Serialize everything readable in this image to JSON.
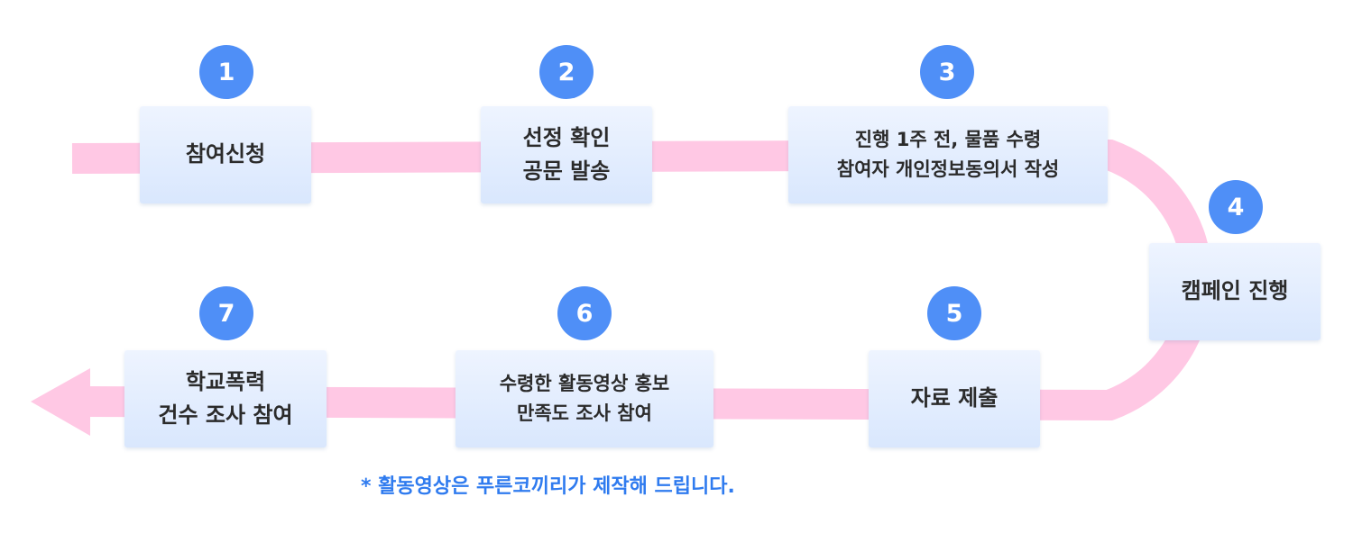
{
  "diagram": {
    "colors": {
      "arrow": "#ffc8e4",
      "circle": "#4f8ff7",
      "box_top": "#eef4ff",
      "box_bottom": "#d9e7fd",
      "note": "#2f7bef"
    },
    "steps": [
      {
        "number": "1",
        "label": "참여신청"
      },
      {
        "number": "2",
        "label": "선정 확인\n공문 발송"
      },
      {
        "number": "3",
        "label": "진행 1주 전, 물품 수령\n참여자 개인정보동의서 작성"
      },
      {
        "number": "4",
        "label": "캠페인 진행"
      },
      {
        "number": "5",
        "label": "자료 제출"
      },
      {
        "number": "6",
        "label": "수령한 활동영상 홍보\n만족도 조사 참여"
      },
      {
        "number": "7",
        "label": "학교폭력\n건수 조사 참여"
      }
    ],
    "footnote": "* 활동영상은 푸른코끼리가 제작해 드립니다."
  }
}
